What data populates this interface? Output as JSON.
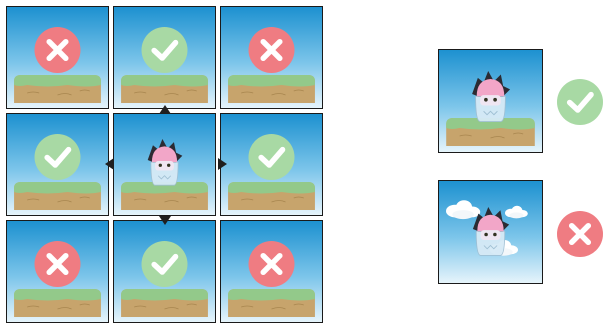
{
  "colors": {
    "sky_top": "#1d91d0",
    "sky_bottom": "#e6f4fb",
    "grass": "#93c98a",
    "dirt": "#c7a46c",
    "ok": "#a8d9a4",
    "bad": "#ef7c82"
  },
  "grid": {
    "tiles": [
      {
        "name": "tile-top-left",
        "status": "bad",
        "character": false
      },
      {
        "name": "tile-top-center",
        "status": "ok",
        "character": false
      },
      {
        "name": "tile-top-right",
        "status": "bad",
        "character": false
      },
      {
        "name": "tile-middle-left",
        "status": "ok",
        "character": false
      },
      {
        "name": "tile-center",
        "status": "player",
        "character": true
      },
      {
        "name": "tile-middle-right",
        "status": "ok",
        "character": false
      },
      {
        "name": "tile-bottom-left",
        "status": "bad",
        "character": false
      },
      {
        "name": "tile-bottom-center",
        "status": "ok",
        "character": false
      },
      {
        "name": "tile-bottom-right",
        "status": "bad",
        "character": false
      }
    ],
    "arrows": [
      "up",
      "down",
      "left",
      "right"
    ]
  },
  "examples": [
    {
      "name": "example-on-ground",
      "scene": "ground",
      "status": "ok"
    },
    {
      "name": "example-in-clouds",
      "scene": "clouds",
      "status": "bad"
    }
  ],
  "icons": {
    "ok": "checkmark-icon",
    "bad": "cross-icon",
    "character": "pink-haired-character-icon",
    "arrow": "direction-arrow-icon"
  }
}
